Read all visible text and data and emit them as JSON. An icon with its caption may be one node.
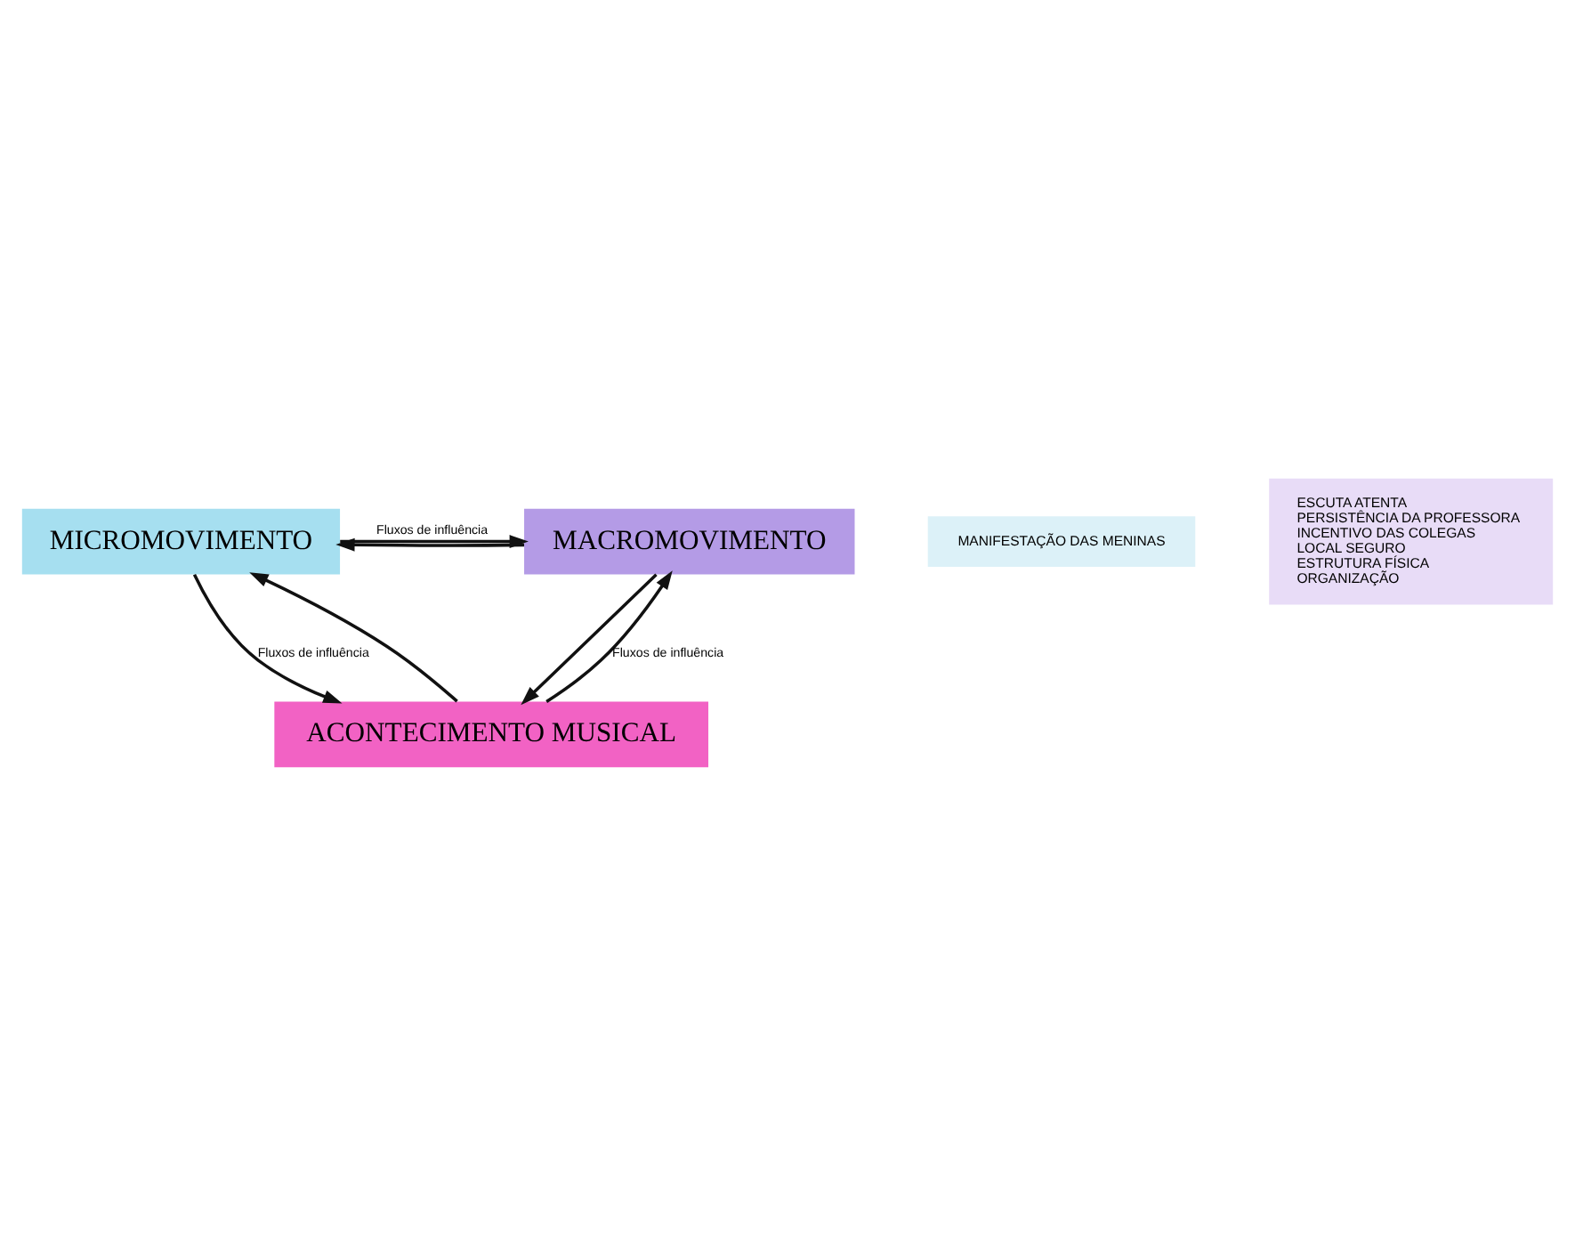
{
  "diagram": {
    "nodes": [
      {
        "text": [
          "MICROMOVIMENTO"
        ]
      },
      {
        "text": [
          "MACROMOVIMENTO"
        ]
      },
      {
        "text": [
          "MANIFESTAÇÃO DAS MENINAS"
        ]
      },
      {
        "text": [
          "ESCUTA ATENTA",
          "PERSISTÊNCIA DA PROFESSORA",
          "INCENTIVO DAS COLEGAS",
          "LOCAL SEGURO",
          "ESTRUTURA FÍSICA",
          "ORGANIZAÇÃO"
        ]
      },
      {
        "text": [
          "ACONTECIMENTO MUSICAL"
        ]
      }
    ],
    "edges": [
      {
        "from": 1,
        "to": 0,
        "arrow": "to"
      },
      {
        "from": 0,
        "to": 1,
        "arrow": "to",
        "label": "Fluxos de influência"
      },
      {
        "from": 4,
        "to": 0,
        "arrow": "to"
      },
      {
        "from": 0,
        "to": 4,
        "arrow": "to",
        "label": "Fluxos de influência"
      },
      {
        "from": 4,
        "to": 1,
        "arrow": "to",
        "label": "Fluxos de influência"
      },
      {
        "from": 1,
        "to": 4,
        "arrow": "to"
      }
    ]
  }
}
